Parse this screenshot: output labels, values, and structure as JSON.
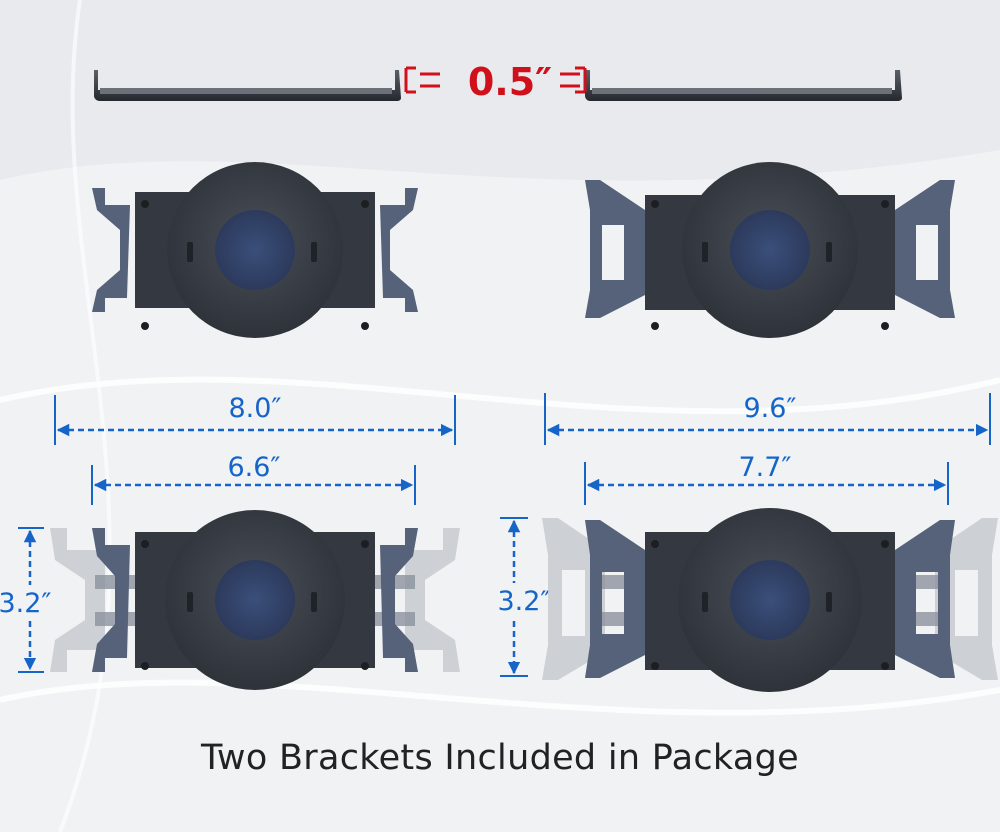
{
  "dimensions": {
    "thickness": "0.5″",
    "small_bracket": {
      "outer_width": "8.0″",
      "inner_width": "6.6″",
      "height": "3.2″"
    },
    "large_bracket": {
      "outer_width": "9.6″",
      "inner_width": "7.7″",
      "height": "3.2″"
    }
  },
  "caption": "Two Brackets Included in Package",
  "colors": {
    "dimension_blue": "#1565c8",
    "thickness_red": "#d0101a",
    "holder_dark": "#3a3f47",
    "bracket_blue": "#56627a",
    "bracket_ghost": "#c9ccd1",
    "background": "#f1f2f4"
  }
}
